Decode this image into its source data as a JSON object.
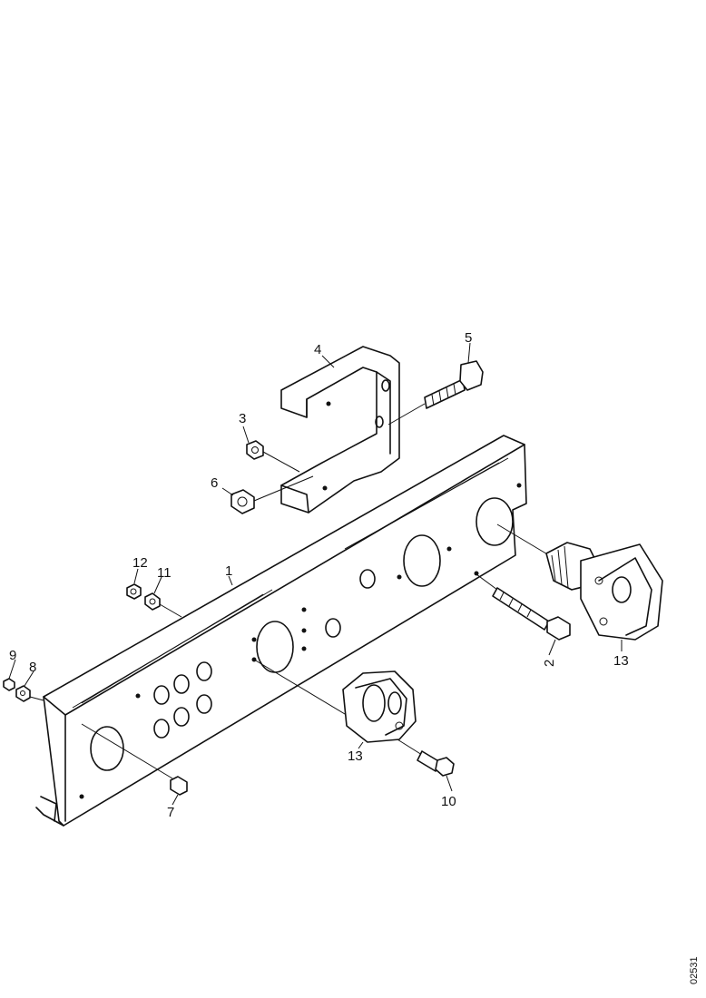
{
  "figure": {
    "callouts": [
      "1",
      "2",
      "3",
      "4",
      "5",
      "6",
      "7",
      "8",
      "9",
      "10",
      "11",
      "12",
      "13",
      "13"
    ],
    "image_code": "02531"
  }
}
